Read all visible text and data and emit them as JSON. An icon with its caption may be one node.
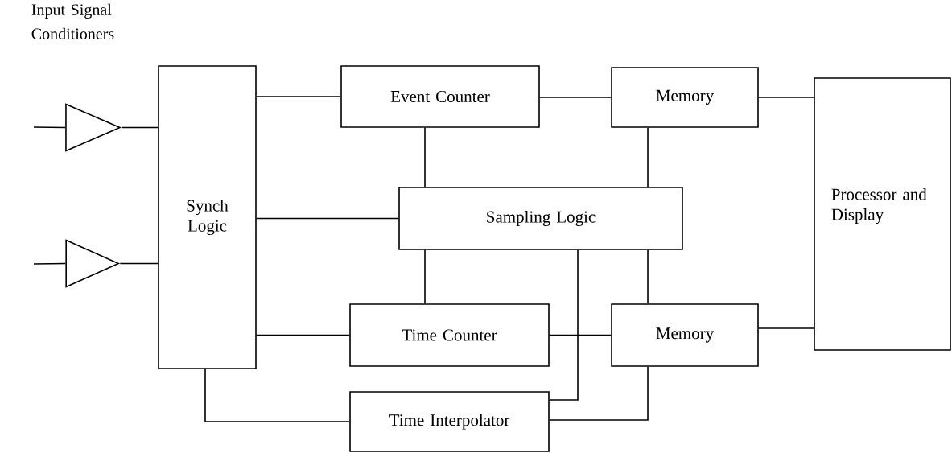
{
  "diagram": {
    "nodes": [
      {
        "text": [
          "Synch Logic"
        ]
      },
      {
        "text": [
          "Event Counter"
        ]
      },
      {
        "text": [
          "Memory"
        ]
      },
      {
        "text": [
          "Sampling Logic"
        ]
      },
      {
        "text": [
          "Time Counter"
        ]
      },
      {
        "text": [
          "Memory"
        ]
      },
      {
        "text": [
          "Processor and Display"
        ]
      },
      {
        "text": [
          "Time Interpolator"
        ]
      },
      {
        "text": [],
        "shape": "triangle"
      },
      {
        "text": [],
        "shape": "triangle"
      }
    ],
    "edges": [
      {
        "from": null,
        "to": 8,
        "arrow": "none"
      },
      {
        "from": null,
        "to": 9,
        "arrow": "none"
      },
      {
        "from": 8,
        "to": 0,
        "arrow": "none"
      },
      {
        "from": 9,
        "to": 0,
        "arrow": "none"
      },
      {
        "from": 0,
        "to": 1,
        "arrow": "none"
      },
      {
        "from": 0,
        "to": 3,
        "arrow": "none"
      },
      {
        "from": 0,
        "to": 4,
        "arrow": "none"
      },
      {
        "from": 0,
        "to": 7,
        "arrow": "none"
      },
      {
        "from": 1,
        "to": 2,
        "arrow": "none"
      },
      {
        "from": 1,
        "to": 3,
        "arrow": "none"
      },
      {
        "from": 2,
        "to": 3,
        "arrow": "none"
      },
      {
        "from": 3,
        "to": 4,
        "arrow": "none"
      },
      {
        "from": 3,
        "to": 5,
        "arrow": "none"
      },
      {
        "from": 4,
        "to": 5,
        "arrow": "none"
      },
      {
        "from": 7,
        "to": 3,
        "arrow": "none"
      },
      {
        "from": 7,
        "to": 5,
        "arrow": "none"
      },
      {
        "from": 2,
        "to": 6,
        "arrow": "none"
      },
      {
        "from": 5,
        "to": 6,
        "arrow": "none"
      }
    ],
    "labels": [
      "Input Signal Conditioners"
    ]
  }
}
